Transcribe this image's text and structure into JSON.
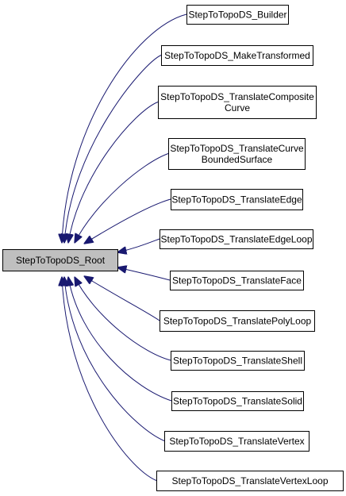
{
  "diagram": {
    "type": "inheritance-graph",
    "root": {
      "id": "root",
      "lines": [
        "StepToTopoDS_Root"
      ]
    },
    "nodes": [
      {
        "id": "builder",
        "lines": [
          "StepToTopoDS_Builder"
        ]
      },
      {
        "id": "make-transformed",
        "lines": [
          "StepToTopoDS_MakeTransformed"
        ]
      },
      {
        "id": "translate-composite-curve",
        "lines": [
          "StepToTopoDS_TranslateComposite",
          "Curve"
        ]
      },
      {
        "id": "translate-curve-bounded-surface",
        "lines": [
          "StepToTopoDS_TranslateCurve",
          "BoundedSurface"
        ]
      },
      {
        "id": "translate-edge",
        "lines": [
          "StepToTopoDS_TranslateEdge"
        ]
      },
      {
        "id": "translate-edge-loop",
        "lines": [
          "StepToTopoDS_TranslateEdgeLoop"
        ]
      },
      {
        "id": "translate-face",
        "lines": [
          "StepToTopoDS_TranslateFace"
        ]
      },
      {
        "id": "translate-poly-loop",
        "lines": [
          "StepToTopoDS_TranslatePolyLoop"
        ]
      },
      {
        "id": "translate-shell",
        "lines": [
          "StepToTopoDS_TranslateShell"
        ]
      },
      {
        "id": "translate-solid",
        "lines": [
          "StepToTopoDS_TranslateSolid"
        ]
      },
      {
        "id": "translate-vertex",
        "lines": [
          "StepToTopoDS_TranslateVertex"
        ]
      },
      {
        "id": "translate-vertex-loop",
        "lines": [
          "StepToTopoDS_TranslateVertexLoop"
        ]
      }
    ],
    "edges": [
      {
        "from": "builder",
        "to": "root"
      },
      {
        "from": "make-transformed",
        "to": "root"
      },
      {
        "from": "translate-composite-curve",
        "to": "root"
      },
      {
        "from": "translate-curve-bounded-surface",
        "to": "root"
      },
      {
        "from": "translate-edge",
        "to": "root"
      },
      {
        "from": "translate-edge-loop",
        "to": "root"
      },
      {
        "from": "translate-face",
        "to": "root"
      },
      {
        "from": "translate-poly-loop",
        "to": "root"
      },
      {
        "from": "translate-shell",
        "to": "root"
      },
      {
        "from": "translate-solid",
        "to": "root"
      },
      {
        "from": "translate-vertex",
        "to": "root"
      },
      {
        "from": "translate-vertex-loop",
        "to": "root"
      }
    ],
    "colors": {
      "root_fill": "#bfbfbf",
      "node_fill": "#ffffff",
      "node_border": "#000000",
      "edge": "#191970",
      "text": "#000000"
    }
  }
}
